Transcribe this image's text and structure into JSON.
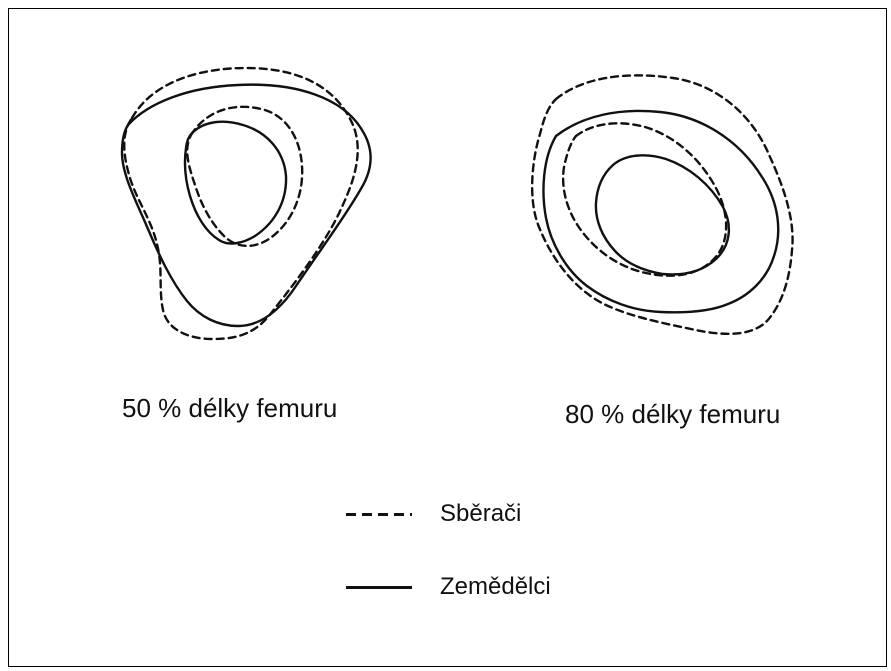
{
  "captions": {
    "left": "50 % délky femuru",
    "right": "80 % délky femuru"
  },
  "legend": {
    "dashed_label": "Sběrači",
    "solid_label": "Zemědělci"
  },
  "colors": {
    "ink": "#111111",
    "background": "#ffffff",
    "frame": "#000000"
  }
}
